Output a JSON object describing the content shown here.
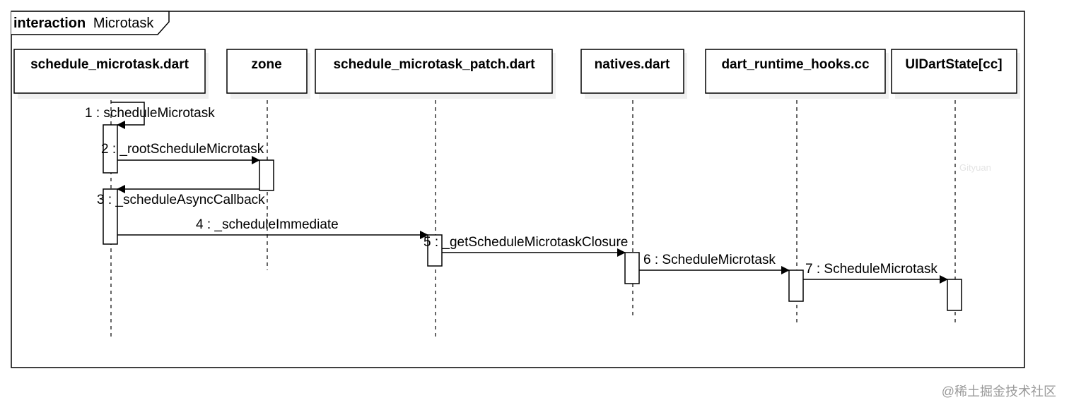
{
  "frame": {
    "keyword": "interaction",
    "name": "Microtask"
  },
  "participants": [
    {
      "id": "schedule_microtask",
      "label": "schedule_microtask.dart"
    },
    {
      "id": "zone",
      "label": "zone"
    },
    {
      "id": "schedule_microtask_patch",
      "label": "schedule_microtask_patch.dart"
    },
    {
      "id": "natives",
      "label": "natives.dart"
    },
    {
      "id": "dart_runtime_hooks",
      "label": "dart_runtime_hooks.cc"
    },
    {
      "id": "uidartstate",
      "label": "UIDartState[cc]"
    }
  ],
  "messages": [
    {
      "label": "1 : scheduleMicrotask",
      "from": "schedule_microtask",
      "to": "schedule_microtask"
    },
    {
      "label": "2 : _rootScheduleMicrotask",
      "from": "schedule_microtask",
      "to": "zone"
    },
    {
      "label": "3 : _scheduleAsyncCallback",
      "from": "zone",
      "to": "schedule_microtask"
    },
    {
      "label": "4 : _scheduleImmediate",
      "from": "schedule_microtask",
      "to": "schedule_microtask_patch"
    },
    {
      "label": "5 : _getScheduleMicrotaskClosure",
      "from": "schedule_microtask_patch",
      "to": "natives"
    },
    {
      "label": "6 : ScheduleMicrotask",
      "from": "natives",
      "to": "dart_runtime_hooks"
    },
    {
      "label": "7 : ScheduleMicrotask",
      "from": "dart_runtime_hooks",
      "to": "uidartstate"
    }
  ],
  "watermarks": {
    "inner": "Gityuan",
    "corner": "@稀土掘金技术社区"
  }
}
